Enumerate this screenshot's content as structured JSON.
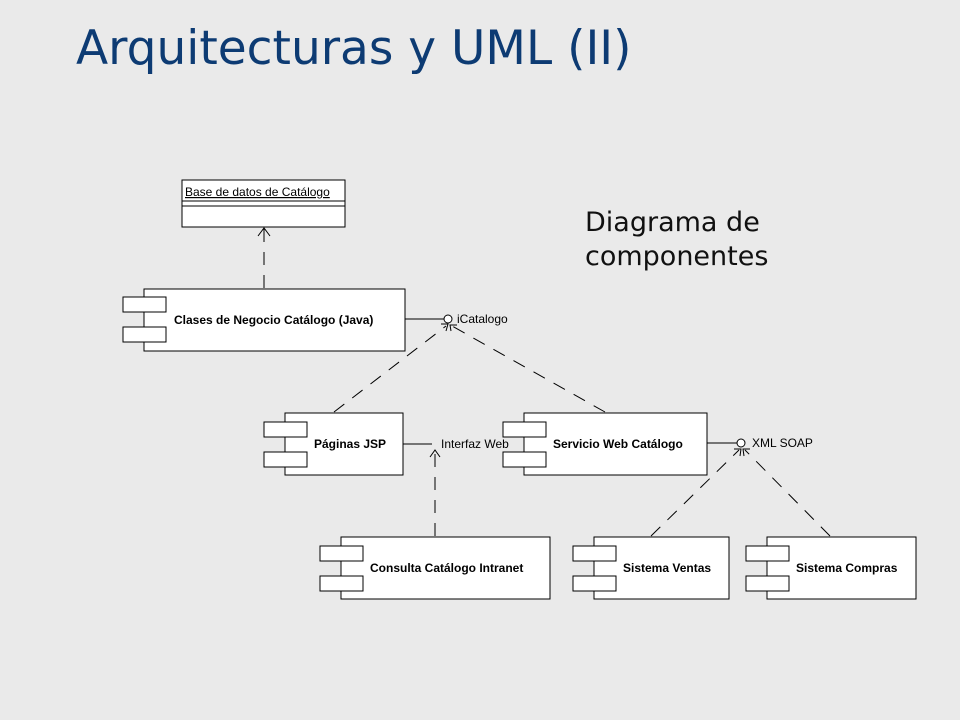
{
  "slide": {
    "title": "Arquitecturas y UML (II)",
    "caption_line1": "Diagrama de",
    "caption_line2": "componentes"
  },
  "diagram": {
    "database": {
      "label": "Base de datos de Catálogo"
    },
    "components": {
      "clases_negocio": "Clases de Negocio Catálogo (Java)",
      "paginas_jsp": "Páginas JSP",
      "servicio_web": "Servicio Web Catálogo",
      "consulta_intranet": "Consulta Catálogo Intranet",
      "sistema_ventas": "Sistema Ventas",
      "sistema_compras": "Sistema Compras"
    },
    "interfaces": {
      "icatalogo": "iCatalogo",
      "interfaz_web": "Interfaz Web",
      "xml_soap": "XML SOAP"
    }
  },
  "colors": {
    "background": "#eaeaea",
    "title": "#0d3b73",
    "caption": "#111111",
    "lines": "#000000",
    "boxes": "#ffffff"
  }
}
